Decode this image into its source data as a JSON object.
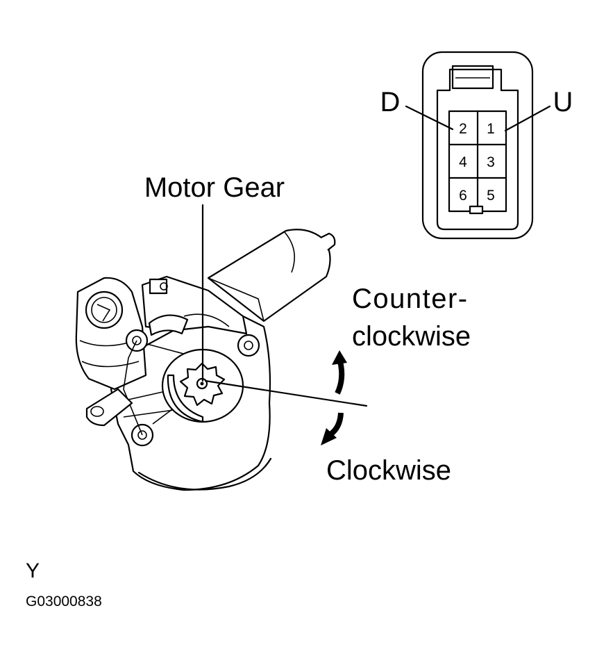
{
  "labels": {
    "motor_gear": "Motor Gear",
    "counter_line1": "Counter-",
    "counter_line2": "clockwise",
    "clockwise": "Clockwise",
    "view_letter": "Y",
    "figure_code": "G03000838"
  },
  "connector": {
    "left_terminal": "D",
    "right_terminal": "U",
    "pins": [
      "2",
      "1",
      "4",
      "3",
      "6",
      "5"
    ]
  }
}
